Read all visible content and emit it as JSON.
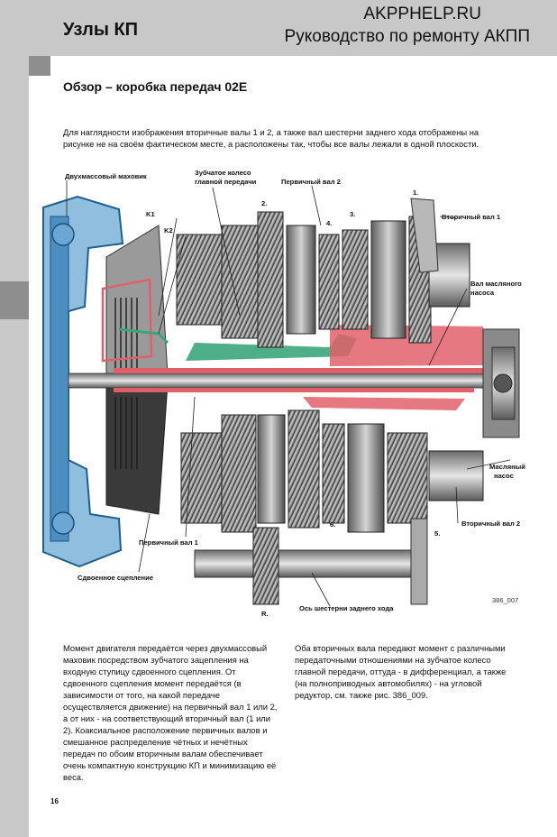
{
  "header": {
    "section": "Узлы КП",
    "site": "AKPPHELP.RU",
    "manual": "Руководство по ремонту АКПП"
  },
  "title": "Обзор – коробка передач 02E",
  "intro": "Для наглядности изображения вторичные валы 1 и 2, а также вал шестерни заднего хода отображены на рисунке не на своём фактическом месте, а расположены так, чтобы все валы лежали в одной плоскости.",
  "diagram": {
    "labels": {
      "flywheel": "Двухмассовый маховик",
      "main_gear_1": "Зубчатое колесо",
      "main_gear_2": "главной передачи",
      "input_shaft_2": "Первичный вал 2",
      "k1": "K1",
      "k2": "K2",
      "gear_2": "2.",
      "gear_4": "4.",
      "gear_3": "3.",
      "gear_1": "1.",
      "output_shaft_1": "Вторичный вал 1",
      "oil_pump_shaft_1": "Вал масляного",
      "oil_pump_shaft_2": "насоса",
      "oil_pump_1": "Масляный",
      "oil_pump_2": "насос",
      "output_shaft_2": "Вторичный вал 2",
      "gear_6": "6.",
      "gear_5": "5.",
      "input_shaft_1": "Первичный вал 1",
      "dual_clutch": "Сдвоенное сцепление",
      "reverse": "R.",
      "reverse_shaft": "Ось шестерни заднего хода",
      "figure_id": "386_007"
    }
  },
  "body": {
    "col1": "Момент двигателя передаётся через двухмассовый маховик посредством зубчатого зацепления на входную ступицу сдвоенного сцепления. От сдвоенного сцепления момент передаётся (в зависимости от того, на какой передаче осуществляется движение) на первичный вал 1 или 2, а от них - на соответствующий вторичный вал (1 или 2). Коаксиальное расположение первичных валов и смешанное распределение чётных и нечётных передач по обоим вторичным валам обеспечивает очень компактную конструкцию КП и минимизацию её веса.",
    "col2": "Оба вторичных вала передают момент с различными передаточными отношениями на зубчатое колесо главной передачи, оттуда - в дифференциал, а также (на полноприводных автомобилях) - на угловой редуктор, см. также рис. 386_009."
  },
  "page_number": "16",
  "colors": {
    "header_bg": "#c8c8c8",
    "accent_dark": "#8e8e8e",
    "clutch_blue": "#4a8fc0",
    "oil_red": "#e0606a",
    "shaft_green": "#3aa57a"
  }
}
